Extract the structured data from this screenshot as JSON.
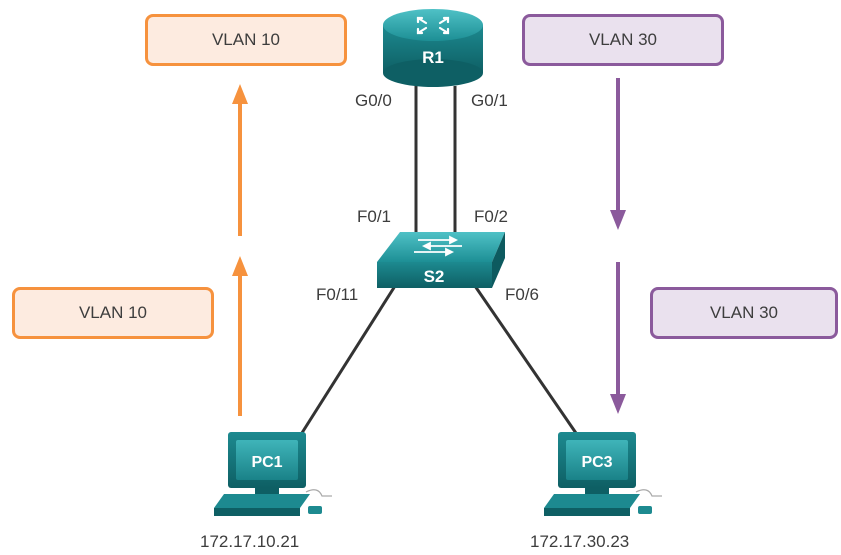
{
  "vlan_boxes": {
    "top_left": "VLAN 10",
    "top_right": "VLAN 30",
    "mid_left": "VLAN 10",
    "mid_right": "VLAN 30"
  },
  "devices": {
    "router": "R1",
    "switch": "S2",
    "pc1": "PC1",
    "pc3": "PC3"
  },
  "ports": {
    "r1_left": "G0/0",
    "r1_right": "G0/1",
    "s2_up_left": "F0/1",
    "s2_up_right": "F0/2",
    "s2_down_left": "F0/11",
    "s2_down_right": "F0/6"
  },
  "ips": {
    "pc1": "172.17.10.21",
    "pc3": "172.17.30.23"
  },
  "colors": {
    "vlan10": "#f6923e",
    "vlan10_fill": "#fdebe0",
    "vlan30": "#8b5a9c",
    "vlan30_fill": "#eae1ee",
    "device_teal": "#1e8a90",
    "link": "#333333"
  }
}
